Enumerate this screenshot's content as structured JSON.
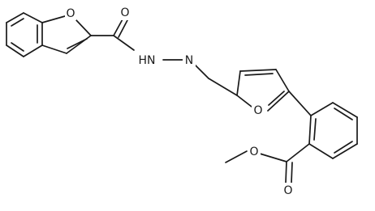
{
  "molecule": {
    "atom_labels": {
      "o_benzofuran": "O",
      "o_carbonyl_amide": "O",
      "nh_hydrazide": "HN",
      "n_imine": "N",
      "o_furan": "O",
      "o_ester_single": "O",
      "o_ester_carbonyl": "O"
    }
  }
}
